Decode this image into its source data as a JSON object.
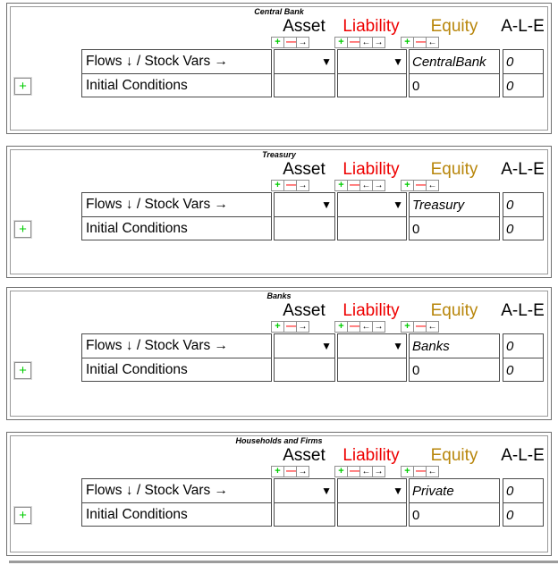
{
  "columns": {
    "asset": "Asset",
    "liability": "Liability",
    "equity": "Equity",
    "ale": "A-L-E"
  },
  "rows": {
    "flows": "Flows ↓ / Stock Vars →",
    "initial": "Initial Conditions"
  },
  "icons": {
    "plus": "+",
    "minus": "—",
    "arrow_right": "→",
    "arrow_left": "←",
    "dropdown": "▼",
    "add_row": "+"
  },
  "colors": {
    "asset_header": "#000000",
    "liability_header": "#ee0000",
    "equity_header": "#b8860b",
    "plus_green": "#00cc00",
    "minus_red": "#ff1a1a",
    "cell_border": "#4a4a4a",
    "panel_border": "#6e6e6e"
  },
  "panels": [
    {
      "title": "Central Bank",
      "equity_stock": "CentralBank",
      "ale_flows": "0",
      "initial_equity": "0",
      "initial_ale": "0"
    },
    {
      "title": "Treasury",
      "equity_stock": "Treasury",
      "ale_flows": "0",
      "initial_equity": "0",
      "initial_ale": "0"
    },
    {
      "title": "Banks",
      "equity_stock": "Banks",
      "ale_flows": "0",
      "initial_equity": "0",
      "initial_ale": "0"
    },
    {
      "title": "Households and Firms",
      "equity_stock": "Private",
      "ale_flows": "0",
      "initial_equity": "0",
      "initial_ale": "0"
    }
  ]
}
